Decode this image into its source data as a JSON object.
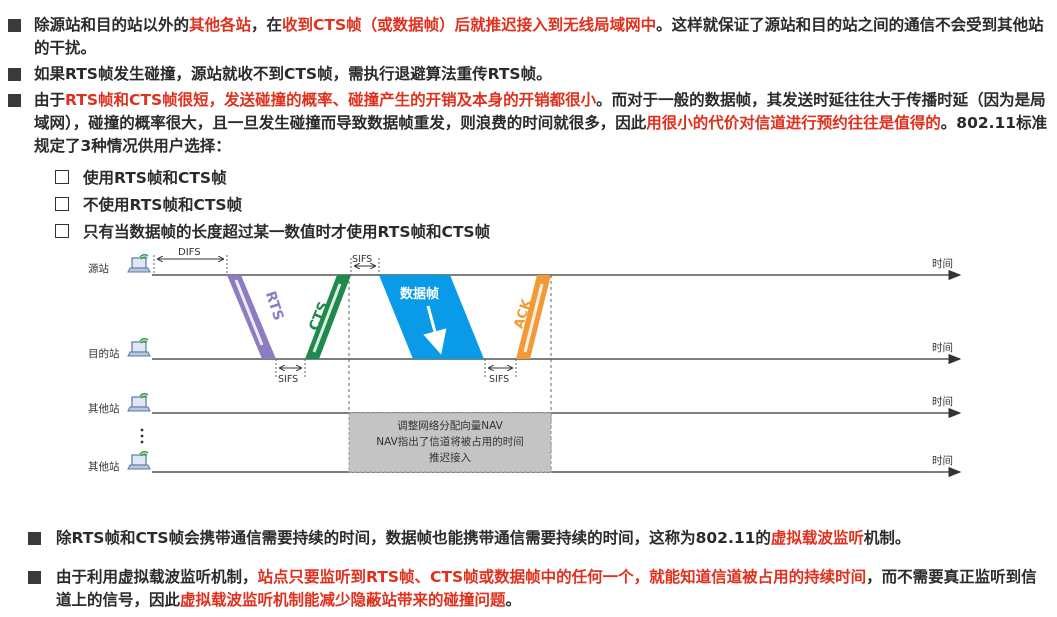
{
  "paragraphs": [
    {
      "segments": [
        {
          "t": "除源站和目的站以外的",
          "r": false
        },
        {
          "t": "其他各站",
          "r": true
        },
        {
          "t": "，在",
          "r": false
        },
        {
          "t": "收到CTS帧（或数据帧）后就推迟接入到无线局域网中",
          "r": true
        },
        {
          "t": "。这样就保证了源站和目的站之间的通信不会受到其他站的干扰。",
          "r": false
        }
      ]
    },
    {
      "segments": [
        {
          "t": "如果RTS帧发生碰撞，源站就收不到CTS帧，需执行退避算法重传RTS帧。",
          "r": false
        }
      ]
    },
    {
      "segments": [
        {
          "t": "由于",
          "r": false
        },
        {
          "t": "RTS帧和CTS帧很短，发送碰撞的概率、碰撞产生的开销及本身的开销都很小",
          "r": true
        },
        {
          "t": "。而对于一般的数据帧，其发送时延往往大于传播时延（因为是局域网），碰撞的概率很大，且一旦发生碰撞而导致数据帧重发，则浪费的时间就很多，因此",
          "r": false
        },
        {
          "t": "用很小的代价对信道进行预约往往是值得的",
          "r": true
        },
        {
          "t": "。802.11标准规定了3种情况供用户选择：",
          "r": false
        }
      ]
    }
  ],
  "options": [
    "使用RTS帧和CTS帧",
    "不使用RTS帧和CTS帧",
    "只有当数据帧的长度超过某一数值时才使用RTS帧和CTS帧"
  ],
  "diagram": {
    "stations": [
      "源站",
      "目的站",
      "其他站",
      "其他站"
    ],
    "time_label": "时间",
    "difs": "DIFS",
    "sifs": "SIFS",
    "frames": {
      "rts": "RTS",
      "cts": "CTS",
      "data": "数据帧",
      "ack": "ACK"
    },
    "nav_lines": [
      "调整网络分配向量NAV",
      "NAV指出了信道将被占用的时间",
      "推迟接入"
    ],
    "colors": {
      "rts": "#8e7cc3",
      "cts": "#1e8a4c",
      "data": "#0a9be8",
      "ack": "#f29a38",
      "nav": "#c4c4c4"
    }
  },
  "bottom": [
    {
      "segments": [
        {
          "t": "除RTS帧和CTS帧会携带通信需要持续的时间，数据帧也能携带通信需要持续的时间，这称为802.11的",
          "r": false
        },
        {
          "t": "虚拟载波监听",
          "r": true
        },
        {
          "t": "机制。",
          "r": false
        }
      ]
    },
    {
      "segments": [
        {
          "t": "由于利用虚拟载波监听机制，",
          "r": false
        },
        {
          "t": "站点只要监听到RTS帧、CTS帧或数据帧中的任何一个，就能知道信道被占用的持续时间",
          "r": true
        },
        {
          "t": "，而不需要真正监听到信道上的信号，因此",
          "r": false
        },
        {
          "t": "虚拟载波监听机制能减少隐蔽站带来的碰撞问题",
          "r": true
        },
        {
          "t": "。",
          "r": false
        }
      ]
    }
  ]
}
